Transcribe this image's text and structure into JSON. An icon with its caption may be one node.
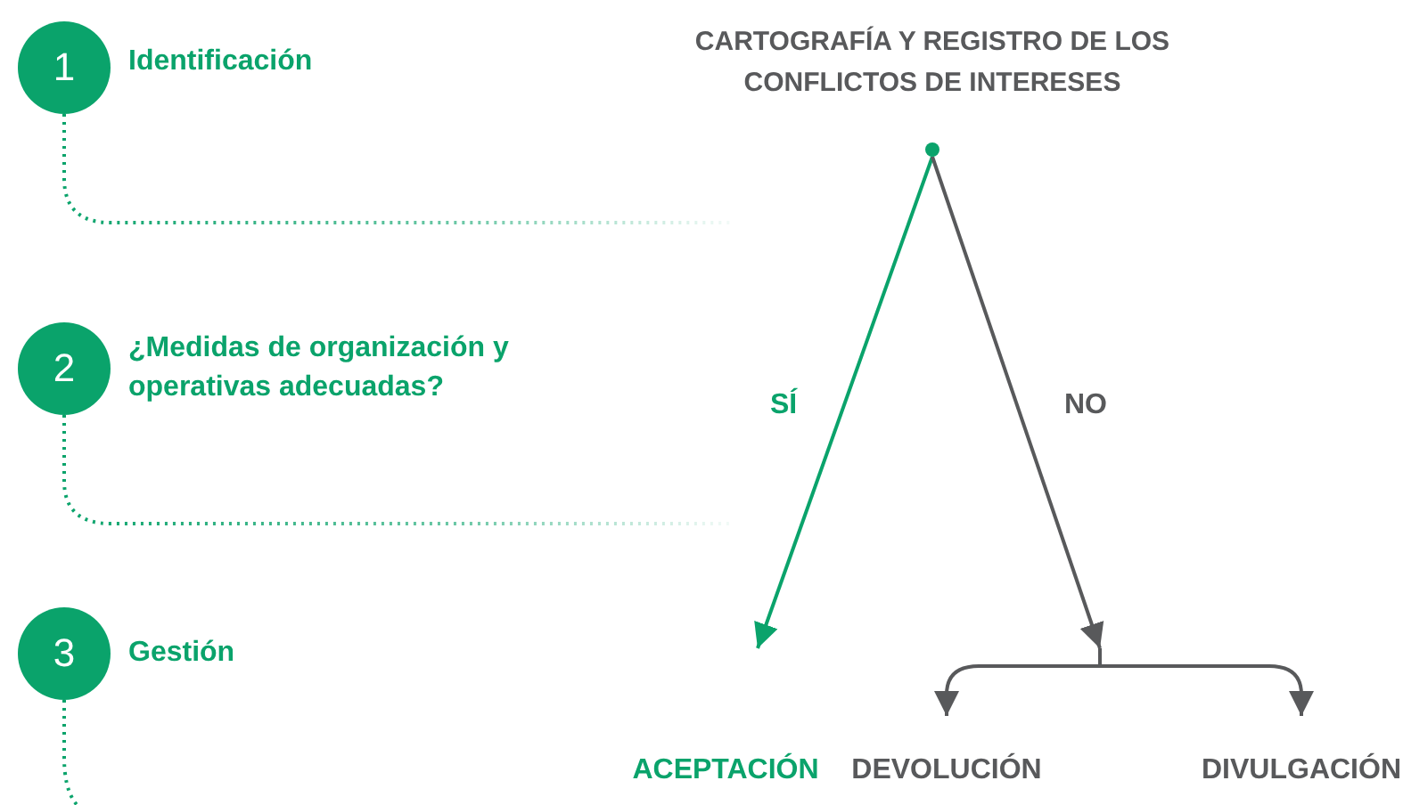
{
  "diagram": {
    "nodes": [
      {
        "text": [
          "1"
        ],
        "beside": [
          "Identificación"
        ]
      },
      {
        "text": [
          "CARTOGRAFÍA Y REGISTRO DE LOS CONFLICTOS DE INTERESES"
        ]
      },
      {
        "text": [
          "2"
        ],
        "beside": [
          "¿Medidas de organización y operativas adecuadas?"
        ]
      },
      {
        "text": [
          "3"
        ],
        "beside": [
          "Gestión"
        ]
      },
      {
        "text": [
          "ACEPTACIÓN"
        ]
      },
      {
        "text": [
          "DEVOLUCIÓN"
        ]
      },
      {
        "text": [
          "DIVULGACIÓN"
        ]
      }
    ],
    "edges": [
      {
        "from": 1,
        "to": 4,
        "arrow": "to",
        "label": "SÍ"
      },
      {
        "from": 1,
        "to": 5,
        "arrow": "to",
        "label": "NO",
        "color": "#58595b"
      },
      {
        "from": 1,
        "to": 6,
        "arrow": "to",
        "color": "#58595b"
      },
      {
        "from": 0,
        "to": null,
        "arrow": "none",
        "style": "dashed"
      },
      {
        "from": 2,
        "to": null,
        "arrow": "none",
        "style": "dashed"
      },
      {
        "from": 3,
        "to": null,
        "arrow": "none",
        "style": "dashed"
      }
    ]
  }
}
